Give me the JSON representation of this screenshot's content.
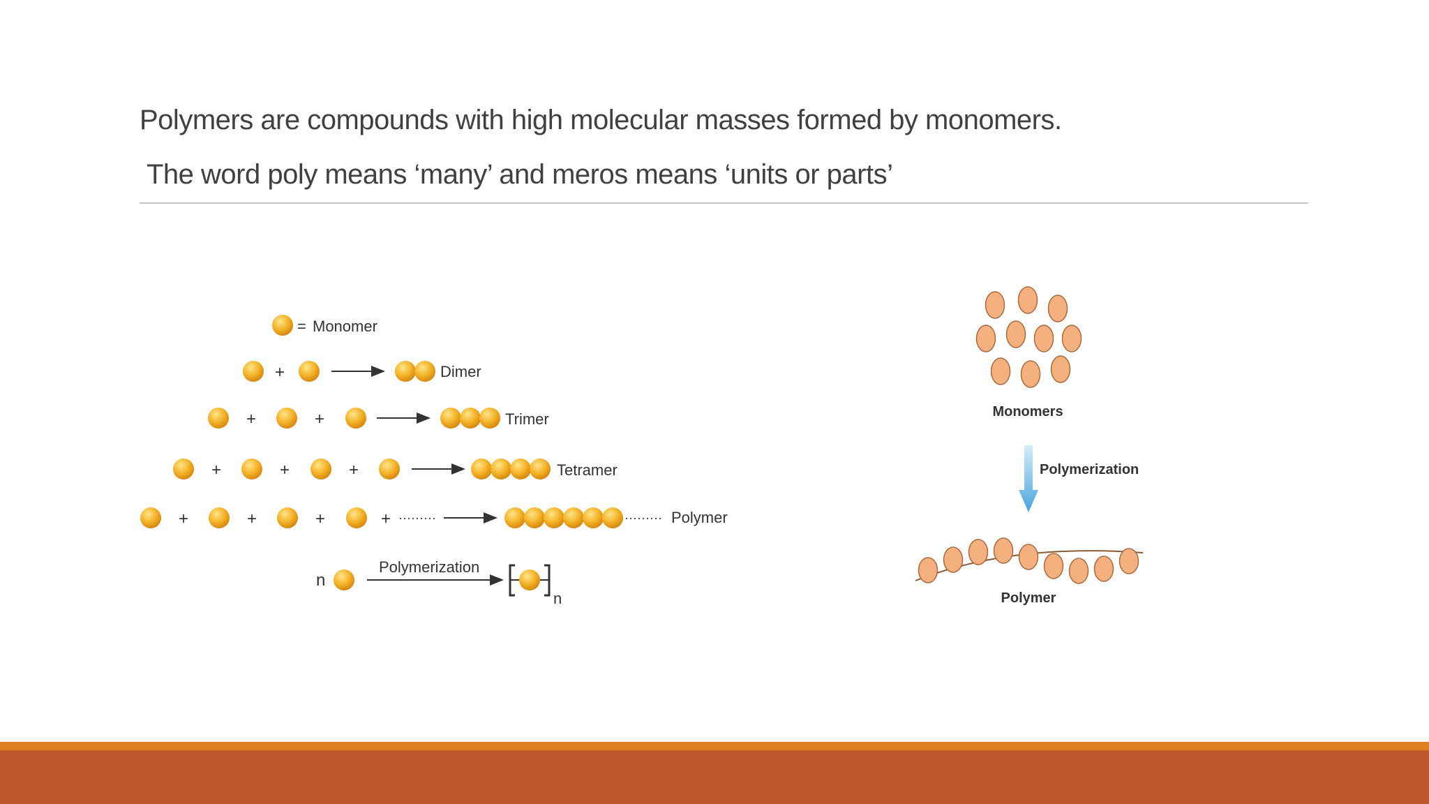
{
  "heading": {
    "line1": "Polymers are compounds with high molecular masses formed by monomers.",
    "line2": "The word poly means ‘many’ and meros means ‘units or parts’"
  },
  "left_figure": {
    "legend_eq": "=",
    "legend_label": "Monomer",
    "plus": "+",
    "dots": "·········",
    "dimer": "Dimer",
    "trimer": "Trimer",
    "tetramer": "Tetramer",
    "polymer": "Polymer",
    "n_left": "n",
    "process": "Polymerization",
    "n_sub": "n"
  },
  "right_figure": {
    "monomers": "Monomers",
    "process": "Polymerization",
    "polymer": "Polymer"
  },
  "colors": {
    "title_text": "#404040",
    "rule": "#c8c8c8",
    "sphere_light": "#fde58a",
    "sphere_mid": "#f5b42a",
    "sphere_dark": "#d6860c",
    "bead_fill": "#f5b080",
    "bead_stroke": "#a86a3c",
    "arrow_blue": "#4aa3dd",
    "bar_stripe": "#e07f1f",
    "bar_main": "#bd582c"
  }
}
